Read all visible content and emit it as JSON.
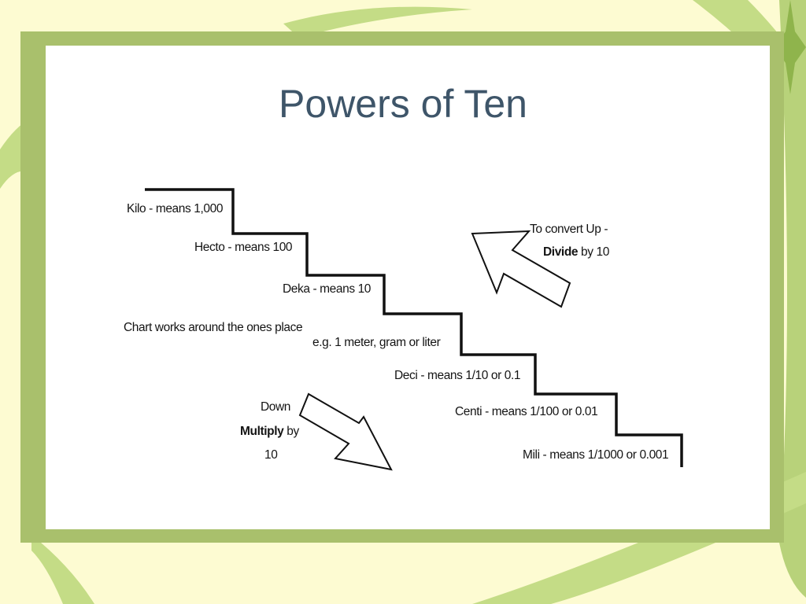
{
  "title": "Powers of Ten",
  "steps": [
    {
      "label": "Kilo - means 1,000"
    },
    {
      "label": "Hecto - means 100"
    },
    {
      "label": "Deka - means 10"
    },
    {
      "label": "Deci - means 1/10 or 0.1"
    },
    {
      "label": "Centi - means 1/100 or 0.01"
    },
    {
      "label": "Mili - means 1/1000 or 0.001"
    }
  ],
  "ones_place": {
    "line1": "Chart works around the ones place",
    "line2": "e.g. 1 meter, gram or liter"
  },
  "up_note": {
    "line1": "To convert Up -",
    "bold": "Divide",
    "rest": " by 10"
  },
  "down_note": {
    "line1": "Down",
    "bold": "Multiply",
    "rest": " by",
    "line3": "10"
  },
  "colors": {
    "background": "#fdfbd2",
    "frame": "#a9c06c",
    "swoosh": "#c4dc86",
    "title": "#3e5569"
  },
  "icons": [
    "arrow-up-left-icon",
    "arrow-down-right-icon"
  ]
}
